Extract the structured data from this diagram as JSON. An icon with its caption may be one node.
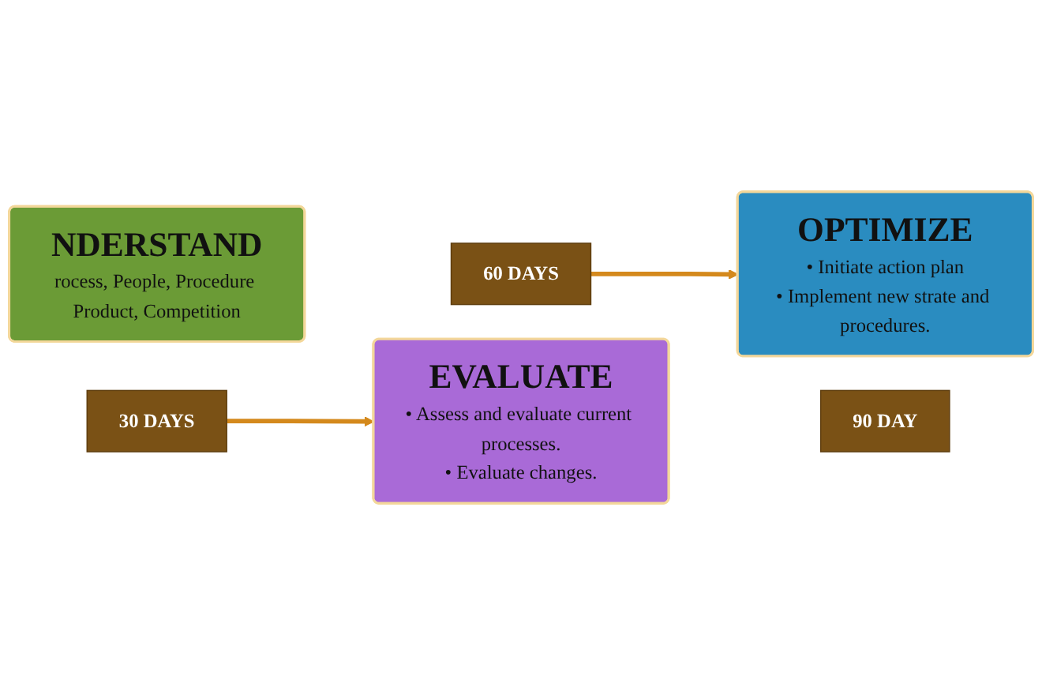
{
  "diagram": {
    "nodes": [
      {
        "text": [
          "NDERSTAND",
          "rocess, People, Procedure Product, Competition"
        ]
      },
      {
        "text": [
          "30 DAYS"
        ]
      },
      {
        "text": [
          "EVALUATE",
          "• Assess and evaluate current processes.",
          "• Evaluate changes."
        ]
      },
      {
        "text": [
          "60 DAYS"
        ]
      },
      {
        "text": [
          "OPTIMIZE",
          "• Initiate action plan",
          "• Implement new strate and procedures."
        ]
      },
      {
        "text": [
          "90 DAY"
        ]
      }
    ],
    "edges": [
      {
        "from": 1,
        "to": 2,
        "arrow": "to"
      },
      {
        "from": 3,
        "to": 4,
        "arrow": "to"
      }
    ]
  }
}
